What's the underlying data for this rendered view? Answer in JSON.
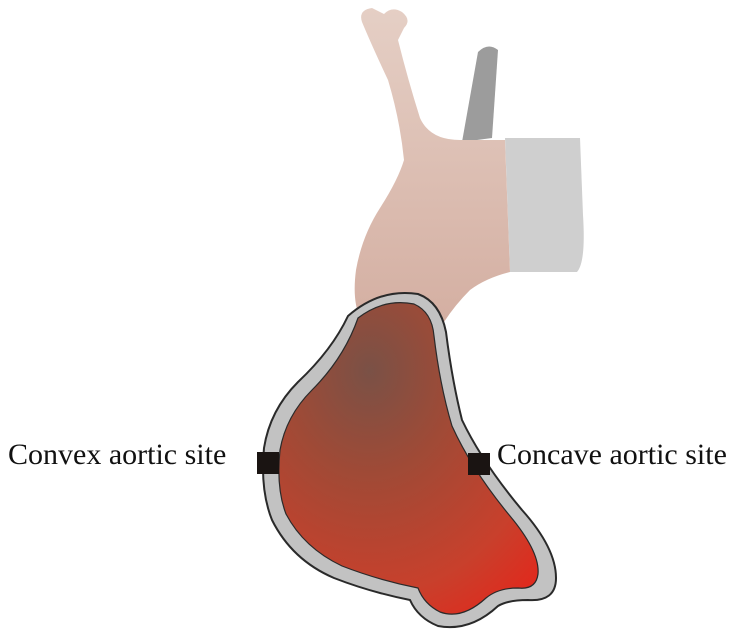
{
  "labels": {
    "convex": "Convex aortic site",
    "concave": "Concave aortic site"
  },
  "colors": {
    "vessel_pink": "#DFC0B3",
    "trachea_gray": "#9C9C9C",
    "esophagus_gray": "#CFCFCF",
    "aneurysm_wall": "#C2C2C2",
    "aneurysm_dark": "#7E4A3C",
    "aneurysm_red": "#E02418",
    "marker": "#1A1412"
  },
  "icons": {
    "convex_marker": "square-marker",
    "concave_marker": "square-marker"
  }
}
